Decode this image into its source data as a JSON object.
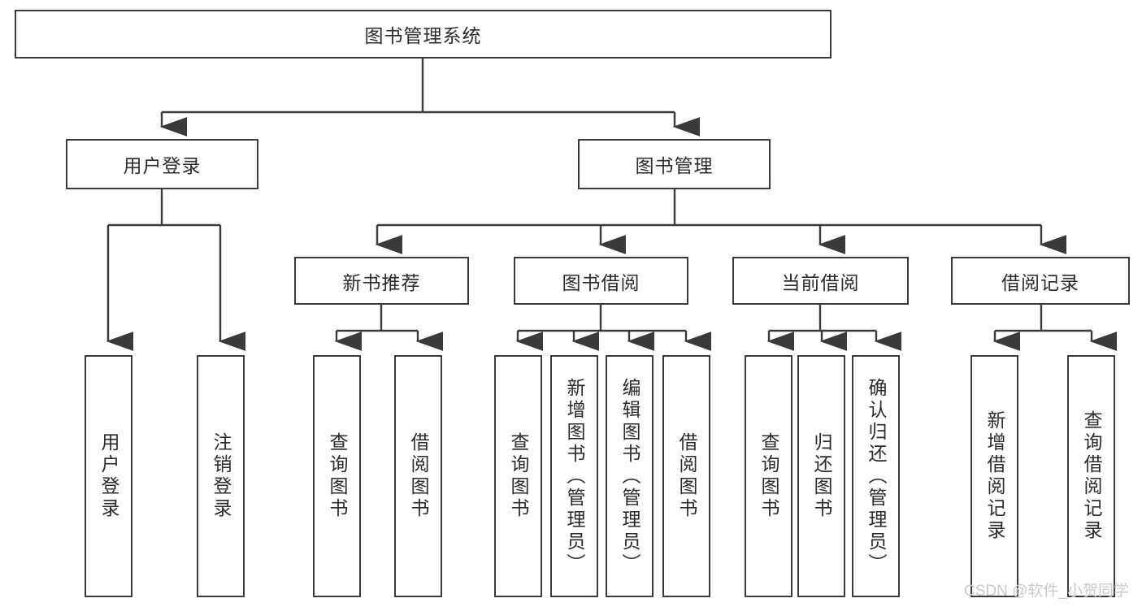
{
  "diagram": {
    "title": "图书管理系统",
    "watermark": "CSDN @软件_小贺同学",
    "line_color": "#3a3a3a",
    "box_fill": "#ffffff",
    "text_color": "#2b2b2b",
    "watermark_color": "#c9c9c9",
    "nodes": {
      "root": "图书管理系统",
      "level2": {
        "user_login": "用户登录",
        "book_manage": "图书管理"
      },
      "level3": {
        "new_book_rec": "新书推荐",
        "book_borrow": "图书借阅",
        "current_borrow": "当前借阅",
        "borrow_record": "借阅记录"
      },
      "leaves": {
        "user_login_1": "用户登录",
        "user_login_2": "注销登录",
        "new_book_rec_1": "查询图书",
        "new_book_rec_2": "借阅图书",
        "book_borrow_1": "查询图书",
        "book_borrow_2": "新增图书（管理员）",
        "book_borrow_3": "编辑图书（管理员）",
        "book_borrow_4": "借阅图书",
        "current_borrow_1": "查询图书",
        "current_borrow_2": "归还图书",
        "current_borrow_3": "确认归还（管理员）",
        "borrow_record_1": "新增借阅记录",
        "borrow_record_2": "查询借阅记录"
      }
    }
  }
}
